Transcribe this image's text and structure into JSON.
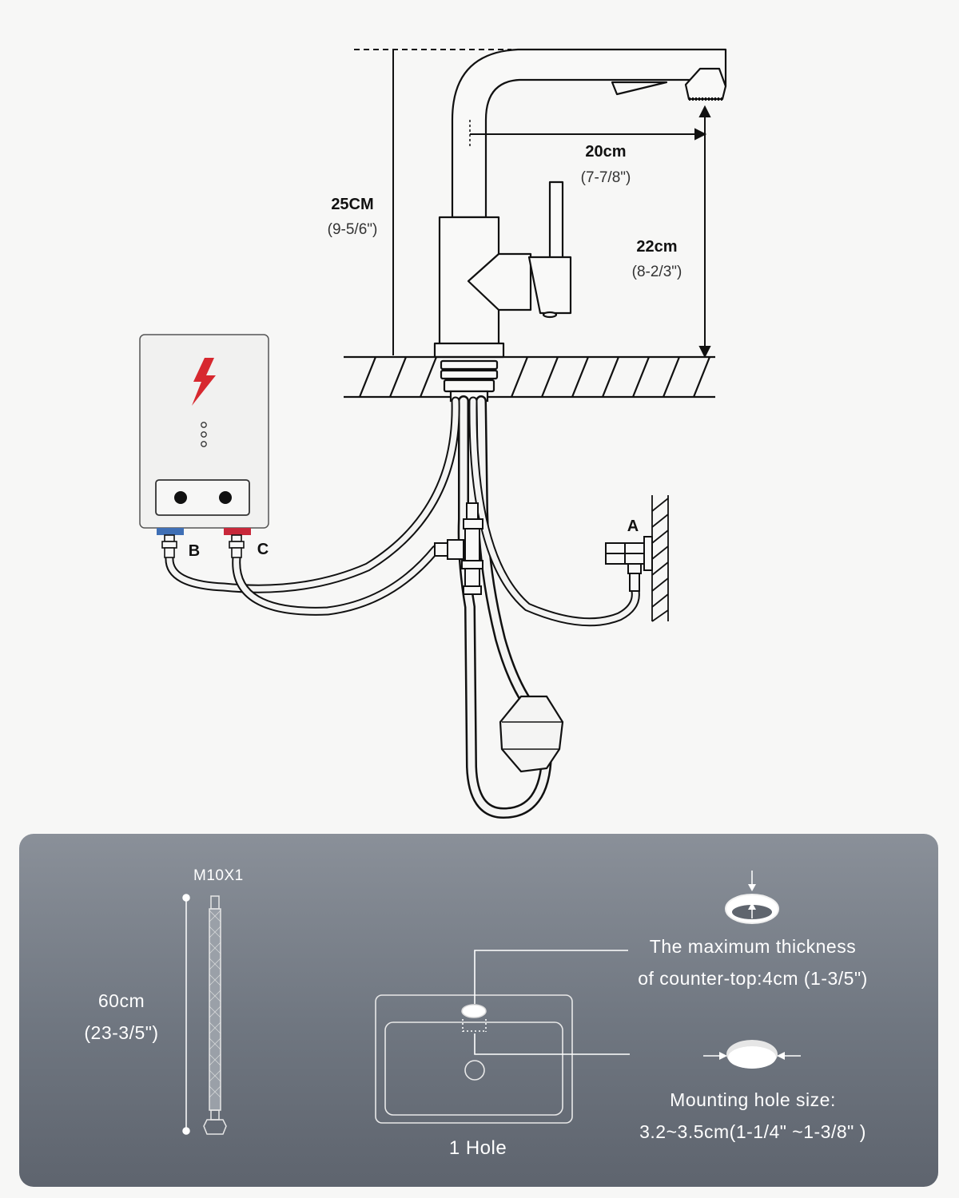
{
  "dimensions": {
    "height_total": {
      "metric": "25CM",
      "imperial": "(9-5/6\")"
    },
    "reach": {
      "metric": "20cm",
      "imperial": "(7-7/8\")"
    },
    "spout_height": {
      "metric": "22cm",
      "imperial": "(8-2/3\")"
    }
  },
  "ports": {
    "a": "A",
    "b": "B",
    "c": "C"
  },
  "colors": {
    "lightning": "#d7282f",
    "cold_port": "#3f6fb5",
    "hot_port": "#c8283a",
    "panel": "#737a84"
  },
  "icons": {
    "lightning": "lightning-bolt-icon"
  },
  "panel": {
    "hose_thread": "M10X1",
    "hose_length_metric": "60cm",
    "hose_length_imperial": "(23-3/5\")",
    "thickness_line1": "The maximum thickness",
    "thickness_line2": "of counter-top:4cm (1-3/5\")",
    "hole_line1": "Mounting hole size:",
    "hole_line2": "3.2~3.5cm(1-1/4\" ~1-3/8\" )",
    "holes_label": "1 Hole"
  }
}
